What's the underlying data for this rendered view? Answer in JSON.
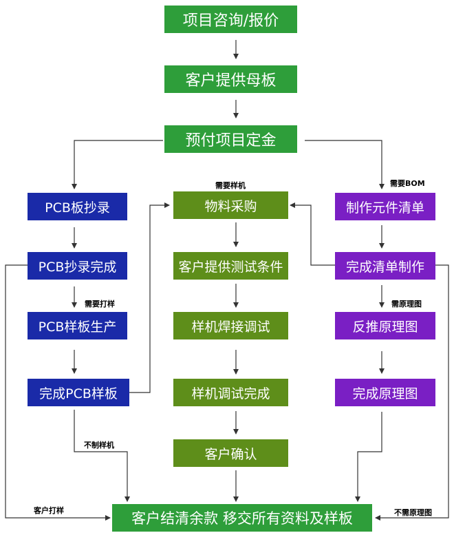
{
  "steps": {
    "consult": "项目咨询/报价",
    "motherboard": "客户提供母板",
    "deposit": "预付项目定金",
    "pcb_copy": "PCB板抄录",
    "pcb_copy_done": "PCB抄录完成",
    "pcb_sample_prod": "PCB样板生产",
    "pcb_sample_done": "完成PCB样板",
    "procurement": "物料采购",
    "test_conditions": "客户提供测试条件",
    "solder_debug": "样机焊接调试",
    "debug_done": "样机调试完成",
    "customer_confirm": "客户确认",
    "make_bom": "制作元件清单",
    "bom_done": "完成清单制作",
    "reverse_schematic": "反推原理图",
    "schematic_done": "完成原理图",
    "final": "客户结清余款  移交所有资料及样板"
  },
  "notes": {
    "need_sample": "需要样机",
    "need_bom": "需要BOM",
    "need_proof": "需要打样",
    "need_schematic": "需原理图",
    "no_prototype": "不制样机",
    "customer_proof": "客户打样",
    "no_schematic": "不需原理图"
  },
  "colors": {
    "main_green": "#2e9e3a",
    "olive_green": "#5e8e1a",
    "blue": "#1a2aa8",
    "purple": "#7a1fc4"
  }
}
